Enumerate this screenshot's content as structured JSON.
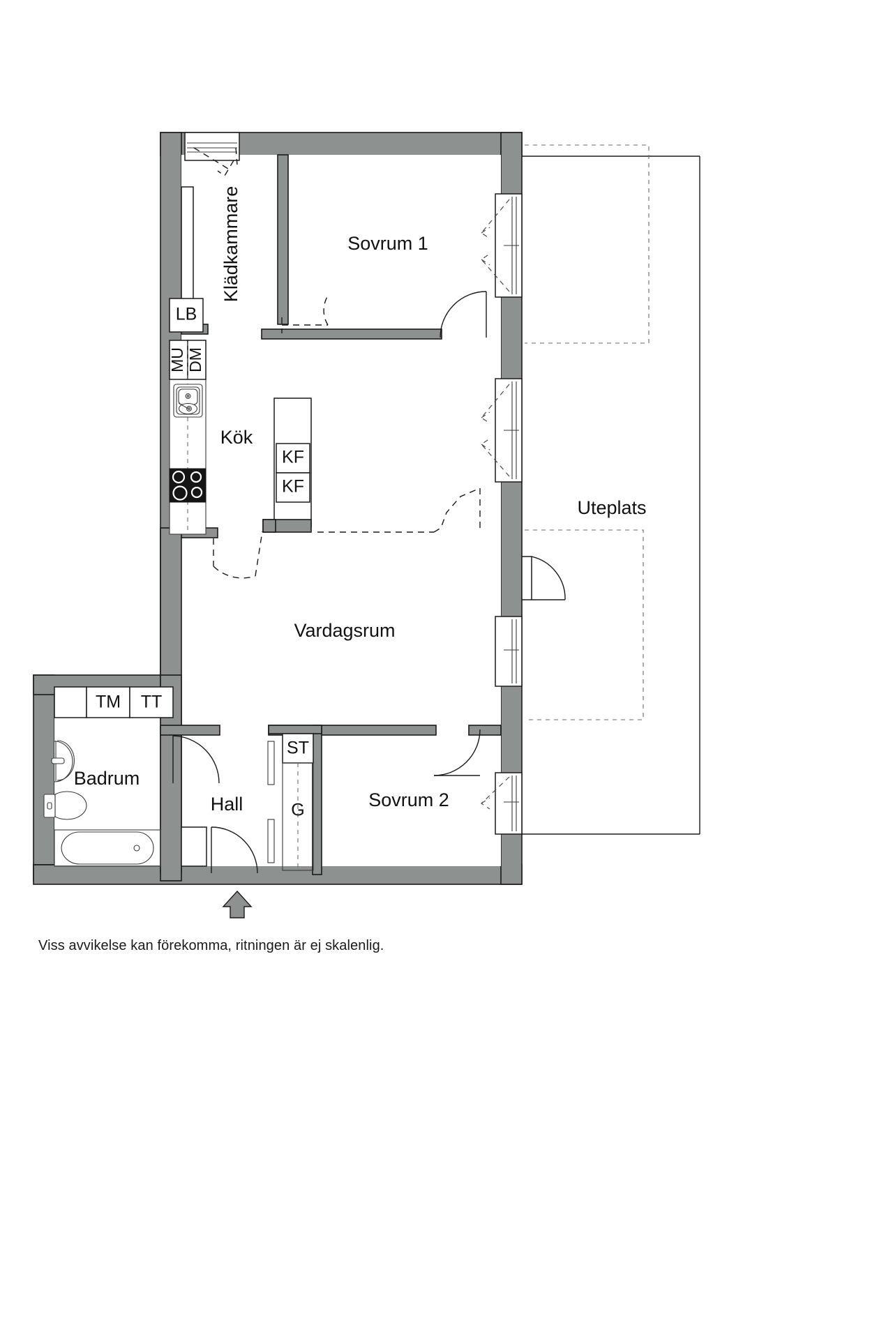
{
  "document": {
    "type": "floor-plan",
    "caption": "Viss avvikelse kan förekomma, ritningen är ej skalenlig."
  },
  "rooms": [
    {
      "id": "kladkammare",
      "label": "Klädkammare",
      "orientation": "vertical"
    },
    {
      "id": "sovrum1",
      "label": "Sovrum 1",
      "orientation": "horizontal"
    },
    {
      "id": "kok",
      "label": "Kök",
      "orientation": "horizontal"
    },
    {
      "id": "vardagsrum",
      "label": "Vardagsrum",
      "orientation": "horizontal"
    },
    {
      "id": "uteplats",
      "label": "Uteplats",
      "orientation": "horizontal"
    },
    {
      "id": "badrum",
      "label": "Badrum",
      "orientation": "horizontal"
    },
    {
      "id": "hall",
      "label": "Hall",
      "orientation": "horizontal"
    },
    {
      "id": "sovrum2",
      "label": "Sovrum 2",
      "orientation": "horizontal"
    }
  ],
  "appliances": [
    {
      "id": "lb",
      "label": "LB",
      "room": "kok",
      "meaning": "linen-cabinet"
    },
    {
      "id": "mu",
      "label": "MU",
      "room": "kok",
      "meaning": "microwave-oven",
      "orientation": "vertical"
    },
    {
      "id": "dm",
      "label": "DM",
      "room": "kok",
      "meaning": "dishwasher",
      "orientation": "vertical"
    },
    {
      "id": "kf1",
      "label": "KF",
      "room": "kok",
      "meaning": "fridge-freezer"
    },
    {
      "id": "kf2",
      "label": "KF",
      "room": "kok",
      "meaning": "fridge-freezer"
    },
    {
      "id": "tm",
      "label": "TM",
      "room": "badrum",
      "meaning": "washing-machine"
    },
    {
      "id": "tt",
      "label": "TT",
      "room": "badrum",
      "meaning": "tumble-dryer"
    },
    {
      "id": "st",
      "label": "ST",
      "room": "hall",
      "meaning": "cleaning-closet"
    },
    {
      "id": "g",
      "label": "G",
      "room": "hall",
      "meaning": "wardrobe"
    }
  ],
  "fixtures": [
    {
      "id": "sink",
      "room": "kok",
      "name": "kitchen-sink"
    },
    {
      "id": "stove",
      "room": "kok",
      "name": "stove-cooktop",
      "burners": 4
    },
    {
      "id": "washbasin",
      "room": "badrum",
      "name": "wash-basin"
    },
    {
      "id": "toilet",
      "room": "badrum",
      "name": "toilet"
    },
    {
      "id": "bathtub",
      "room": "badrum",
      "name": "bathtub"
    }
  ],
  "colors": {
    "wall": "#8d9291",
    "line": "#1a1a1a",
    "background": "#ffffff",
    "burner": "#151515"
  },
  "entrance": {
    "name": "entry-arrow",
    "direction": "up"
  }
}
